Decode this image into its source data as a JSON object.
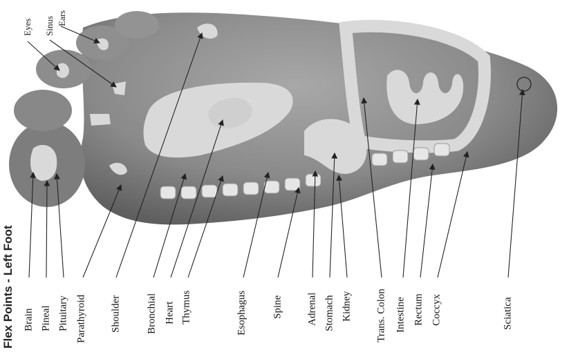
{
  "title": "Flex Points - Left Foot",
  "bottom_labels": [
    {
      "key": "brain",
      "text": "Brain"
    },
    {
      "key": "pineal",
      "text": "Pineal"
    },
    {
      "key": "pituitary",
      "text": "Pituitary"
    },
    {
      "key": "parathyroid",
      "text": "Parathyroid"
    },
    {
      "key": "shoulder",
      "text": "Shoulder"
    },
    {
      "key": "bronchial",
      "text": "Bronchial"
    },
    {
      "key": "heart",
      "text": "Heart"
    },
    {
      "key": "thymus",
      "text": "Thymus"
    },
    {
      "key": "esophagus",
      "text": "Esophagus"
    },
    {
      "key": "spine",
      "text": "Spine"
    },
    {
      "key": "adrenal",
      "text": "Adrenal"
    },
    {
      "key": "stomach",
      "text": "Stomach"
    },
    {
      "key": "kidney",
      "text": "Kidney"
    },
    {
      "key": "trans_colon",
      "text": "Trans. Colon"
    },
    {
      "key": "intestine",
      "text": "Intestine"
    },
    {
      "key": "rectum",
      "text": "Rectum"
    },
    {
      "key": "coccyx",
      "text": "Coccyx"
    },
    {
      "key": "sciatica",
      "text": "Sciatica"
    }
  ],
  "top_labels": [
    {
      "key": "eyes",
      "text": "Eyes"
    },
    {
      "key": "sinus",
      "text": "Sinus"
    },
    {
      "key": "ears",
      "text": "Ears"
    }
  ],
  "colors": {
    "foot_skin": "#8a8a8a",
    "organ_fill": "#d9d9d9",
    "arrow": "#222222"
  }
}
